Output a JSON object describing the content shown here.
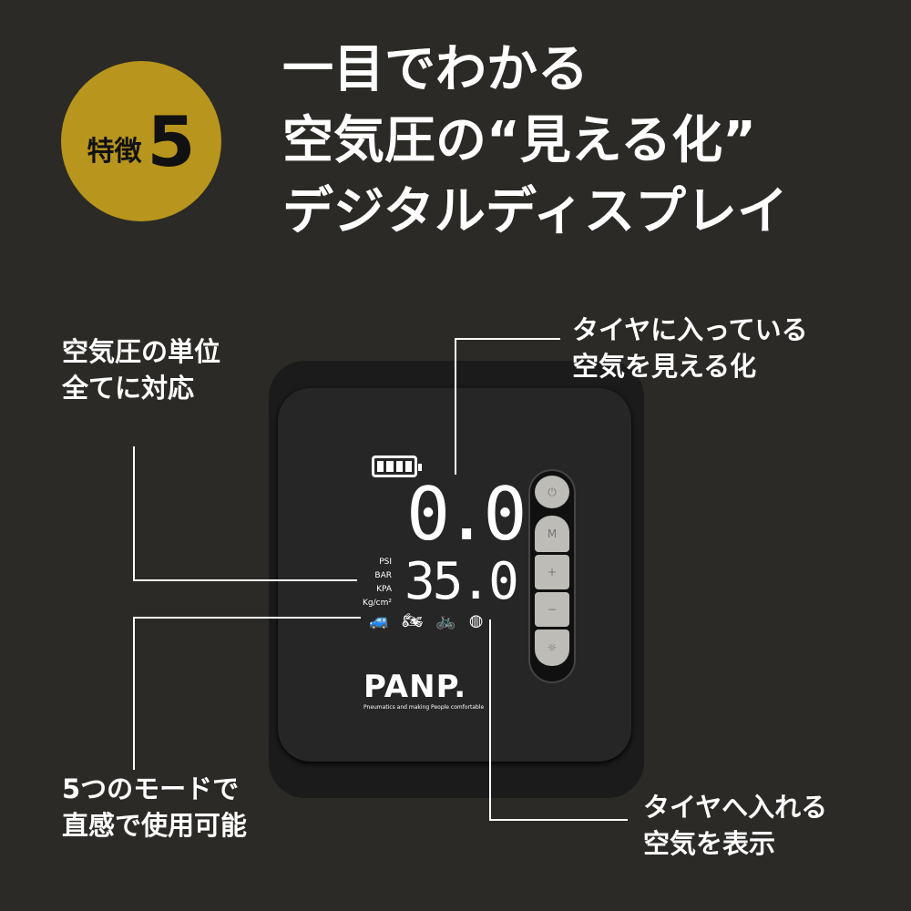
{
  "badge": {
    "label": "特徴",
    "number": "5"
  },
  "title": [
    "一目でわかる",
    "空気圧の“見える化”",
    "デジタルディスプレイ"
  ],
  "callouts": {
    "units": [
      "空気圧の単位",
      "全てに対応"
    ],
    "current": [
      "タイヤに入っている",
      "空気を見える化"
    ],
    "modes": [
      "5つのモードで",
      "直感で使用可能"
    ],
    "target": [
      "タイヤへ入れる",
      "空気を表示"
    ]
  },
  "device": {
    "current_pressure": "0.0",
    "target_pressure": "35.0",
    "units": [
      "PSI",
      "BAR",
      "KPA",
      "Kg/cm²"
    ],
    "modes": [
      "car-icon",
      "motorcycle-icon",
      "bicycle-icon",
      "ball-icon"
    ],
    "brand": "PANP.",
    "tagline": "Pneumatics and making People comfortable",
    "buttons": {
      "power": "⏻",
      "mode": "M",
      "plus": "+",
      "minus": "−",
      "light": "☼"
    }
  }
}
